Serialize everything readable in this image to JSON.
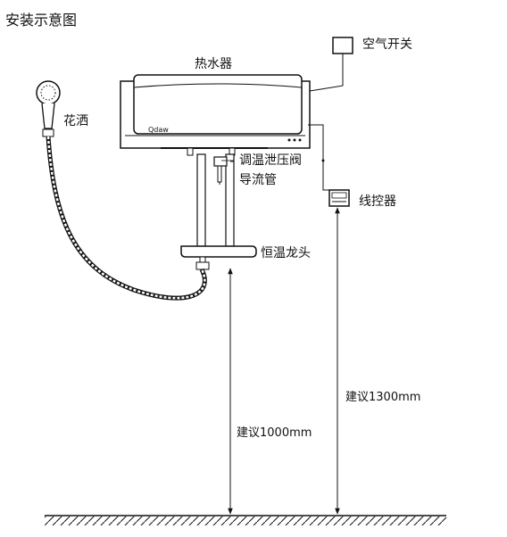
{
  "title": "安装示意图",
  "labels": {
    "air_switch": "空气开关",
    "water_heater": "热水器",
    "shower_head": "花洒",
    "relief_valve": "调温泄压阀",
    "drain_pipe": "导流管",
    "wire_controller": "线控器",
    "mixer_faucet": "恒温龙头",
    "height_1300": "建议1300mm",
    "height_1000": "建议1000mm",
    "brand": "Qdaw"
  },
  "dimensions": {
    "controller_height_mm": 1300,
    "faucet_height_mm": 1000
  },
  "colors": {
    "line": "#111111",
    "background": "#ffffff"
  }
}
